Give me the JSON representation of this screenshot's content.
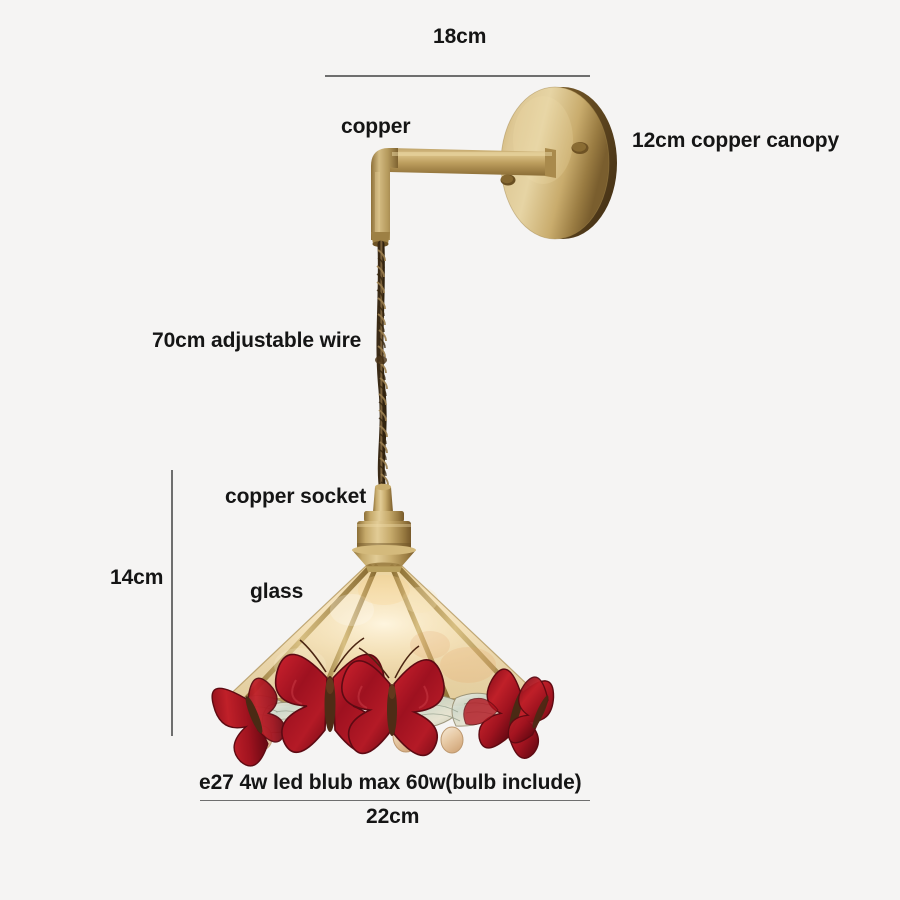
{
  "page": {
    "background_color": "#f5f4f3",
    "text_color": "#151515",
    "dimension_line_color": "#6e6e6e"
  },
  "product": {
    "name": "butterfly-glass-wall-sconce",
    "materials": {
      "copper_color": "#c2a265",
      "brass_light": "#e4cf96",
      "brass_dark": "#8a6c34",
      "glass_amber": "#e8c98a",
      "glass_clear": "#f0ece2",
      "butterfly_red": "#a8121f",
      "butterfly_red_light": "#c9202c",
      "wire_color": "#5c4326"
    }
  },
  "labels": {
    "width_top": "18cm",
    "arm_material": "copper",
    "canopy": "12cm copper canopy",
    "wire": "70cm adjustable wire",
    "socket": "copper socket",
    "shade_height": "14cm",
    "shade_material": "glass",
    "bulb": "e27 4w led blub max 60w(bulb include)",
    "shade_width": "22cm"
  },
  "dimensions": {
    "top_width_cm": 18,
    "canopy_diameter_cm": 12,
    "wire_length_cm": 70,
    "shade_height_cm": 14,
    "shade_width_cm": 22,
    "bulb_base": "e27",
    "bulb_watt": "4w led",
    "bulb_max_watt": "60w",
    "bulb_included": true
  }
}
